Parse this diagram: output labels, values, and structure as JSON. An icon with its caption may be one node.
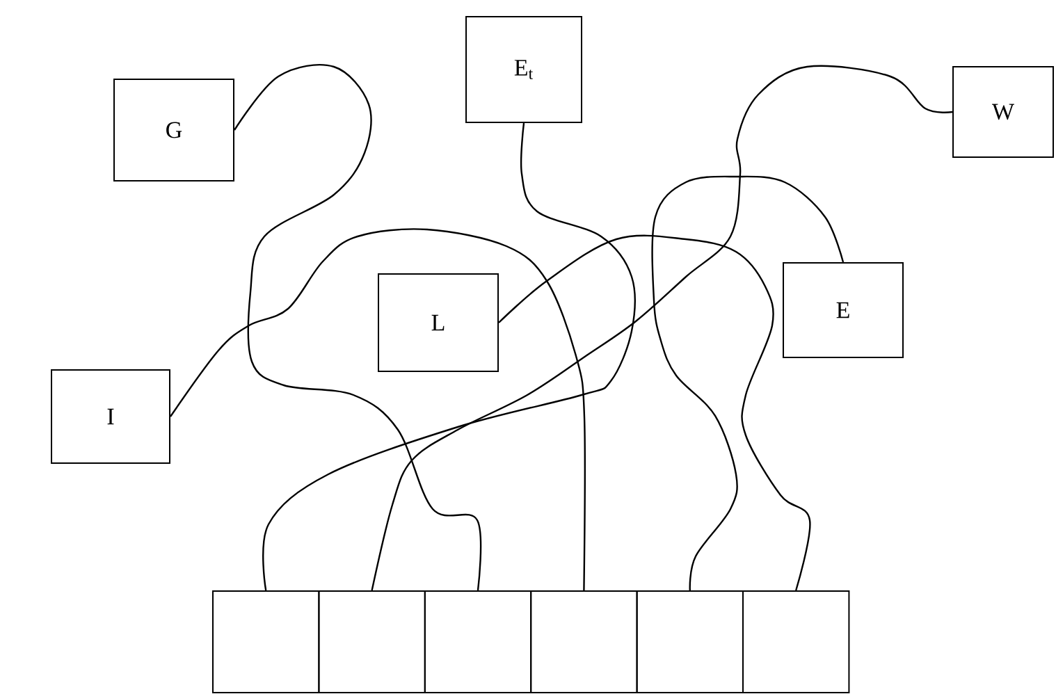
{
  "diagram": {
    "nodes": [
      {
        "text": [
          "G"
        ]
      },
      {
        "text": [
          "E$_{t}$"
        ]
      },
      {
        "text": [
          "W"
        ]
      },
      {
        "text": [
          "L"
        ]
      },
      {
        "text": [
          "E"
        ]
      },
      {
        "text": [
          "I"
        ]
      },
      {
        "text": [],
        "shape": "box"
      },
      {
        "text": [],
        "shape": "box"
      },
      {
        "text": [],
        "shape": "box"
      },
      {
        "text": [],
        "shape": "box"
      },
      {
        "text": [],
        "shape": "box"
      },
      {
        "text": [],
        "shape": "box"
      }
    ],
    "edges": [
      {
        "from": 0,
        "to": 8,
        "arrow": "none"
      },
      {
        "from": 1,
        "to": 6,
        "arrow": "none"
      },
      {
        "from": 2,
        "to": 7,
        "arrow": "none"
      },
      {
        "from": 5,
        "to": 9,
        "arrow": "none"
      },
      {
        "from": 3,
        "to": 11,
        "arrow": "none"
      },
      {
        "from": 4,
        "to": 10,
        "arrow": "none"
      }
    ]
  }
}
